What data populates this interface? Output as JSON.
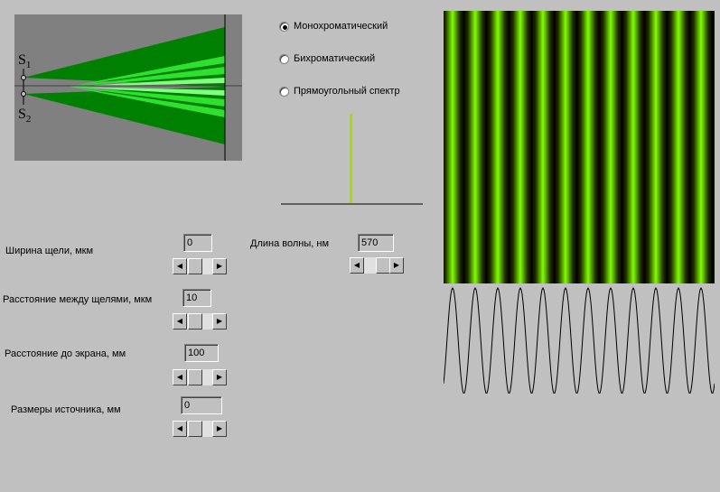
{
  "diagram": {
    "s1_label": "S",
    "s1_sub": "1",
    "s2_label": "S",
    "s2_sub": "2"
  },
  "spectrum_options": [
    {
      "label": "Монохроматический",
      "selected": true
    },
    {
      "label": "Бихроматический",
      "selected": false
    },
    {
      "label": "Прямоугольный спектр",
      "selected": false
    }
  ],
  "spectrum_line_color": "#a0e000",
  "fringe_color": "#80ff00",
  "controls": {
    "slit_width": {
      "label": "Ширина щели, мкм",
      "value": "0"
    },
    "slit_distance": {
      "label": "Расстояние между щелями, мкм",
      "value": "10"
    },
    "screen_distance": {
      "label": "Расстояние до экрана, мм",
      "value": "100"
    },
    "source_size": {
      "label": "Размеры источника, мм",
      "value": "0"
    },
    "wavelength": {
      "label": "Длина волны, нм",
      "value": "570"
    }
  },
  "fringe_count": 12
}
